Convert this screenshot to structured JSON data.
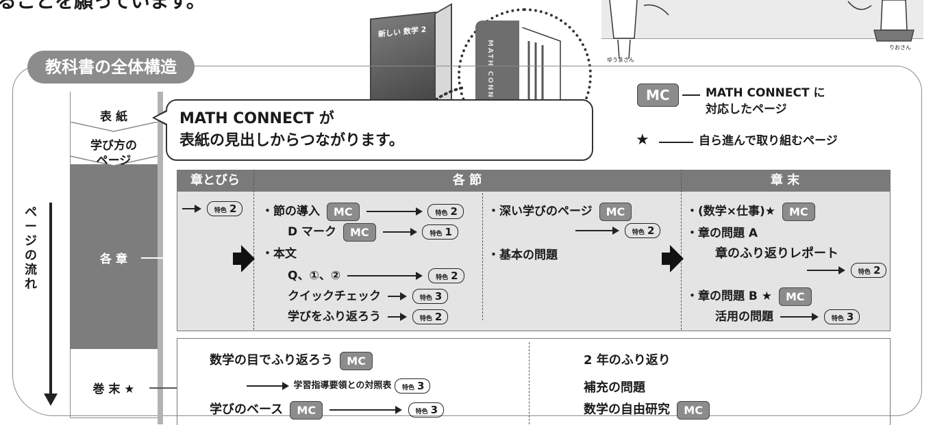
{
  "top_text": "ることを願っています。",
  "section_title": "教科書の全体構造",
  "book": {
    "cover_title": "新しい 数学 2",
    "spine_text": "MATH CONNECT"
  },
  "characters": [
    "ゆうまさん",
    "りおさん"
  ],
  "bubble": {
    "line1": "MATH CONNECT が",
    "line2": "表紙の見出しからつながります。"
  },
  "legend": {
    "mc_badge": "MC",
    "mc_text": "MATH CONNECT に\n対応したページ",
    "star": "★",
    "star_text": "自ら進んで取り組むページ"
  },
  "left_column": {
    "cover": "表 紙",
    "howto": "学び方の\nページ",
    "chapters": "各 章",
    "end": "巻 末 ★"
  },
  "flow_label": "ページの流れ",
  "mc": "MC",
  "tokushoku_prefix": "特色",
  "table": {
    "headers": [
      "章とびら",
      "各 節",
      "章 末"
    ],
    "tobira": {
      "feature": "2"
    },
    "col1": {
      "row1": "・節の導入",
      "row1_feature": "2",
      "row2": "D マーク",
      "row2_feature": "1",
      "row3": "・本文",
      "row4": "Q、①、②",
      "row4_feature": "2",
      "row5": "クイックチェック",
      "row5_feature": "3",
      "row6": "学びをふり返ろう",
      "row6_feature": "2"
    },
    "col2": {
      "row1": "・深い学びのページ",
      "row1_feature": "2",
      "row2": "・基本の問題"
    },
    "col3": {
      "row1": "・(数学×仕事)★",
      "row2": "・章の問題 A",
      "row3": "章のふり返りレポート",
      "row3_feature": "2",
      "row4": "・章の問題 B ★",
      "row5": "活用の問題",
      "row5_feature": "3"
    }
  },
  "appendix": {
    "left": {
      "row1": "数学の目でふり返ろう",
      "row2": "学習指導要領との対照表",
      "row2_feature": "3",
      "row3": "学びのベース",
      "row3_feature": "3"
    },
    "right": {
      "row1": "2 年のふり返り",
      "row2": "補充の問題",
      "row3": "数学の自由研究"
    }
  }
}
